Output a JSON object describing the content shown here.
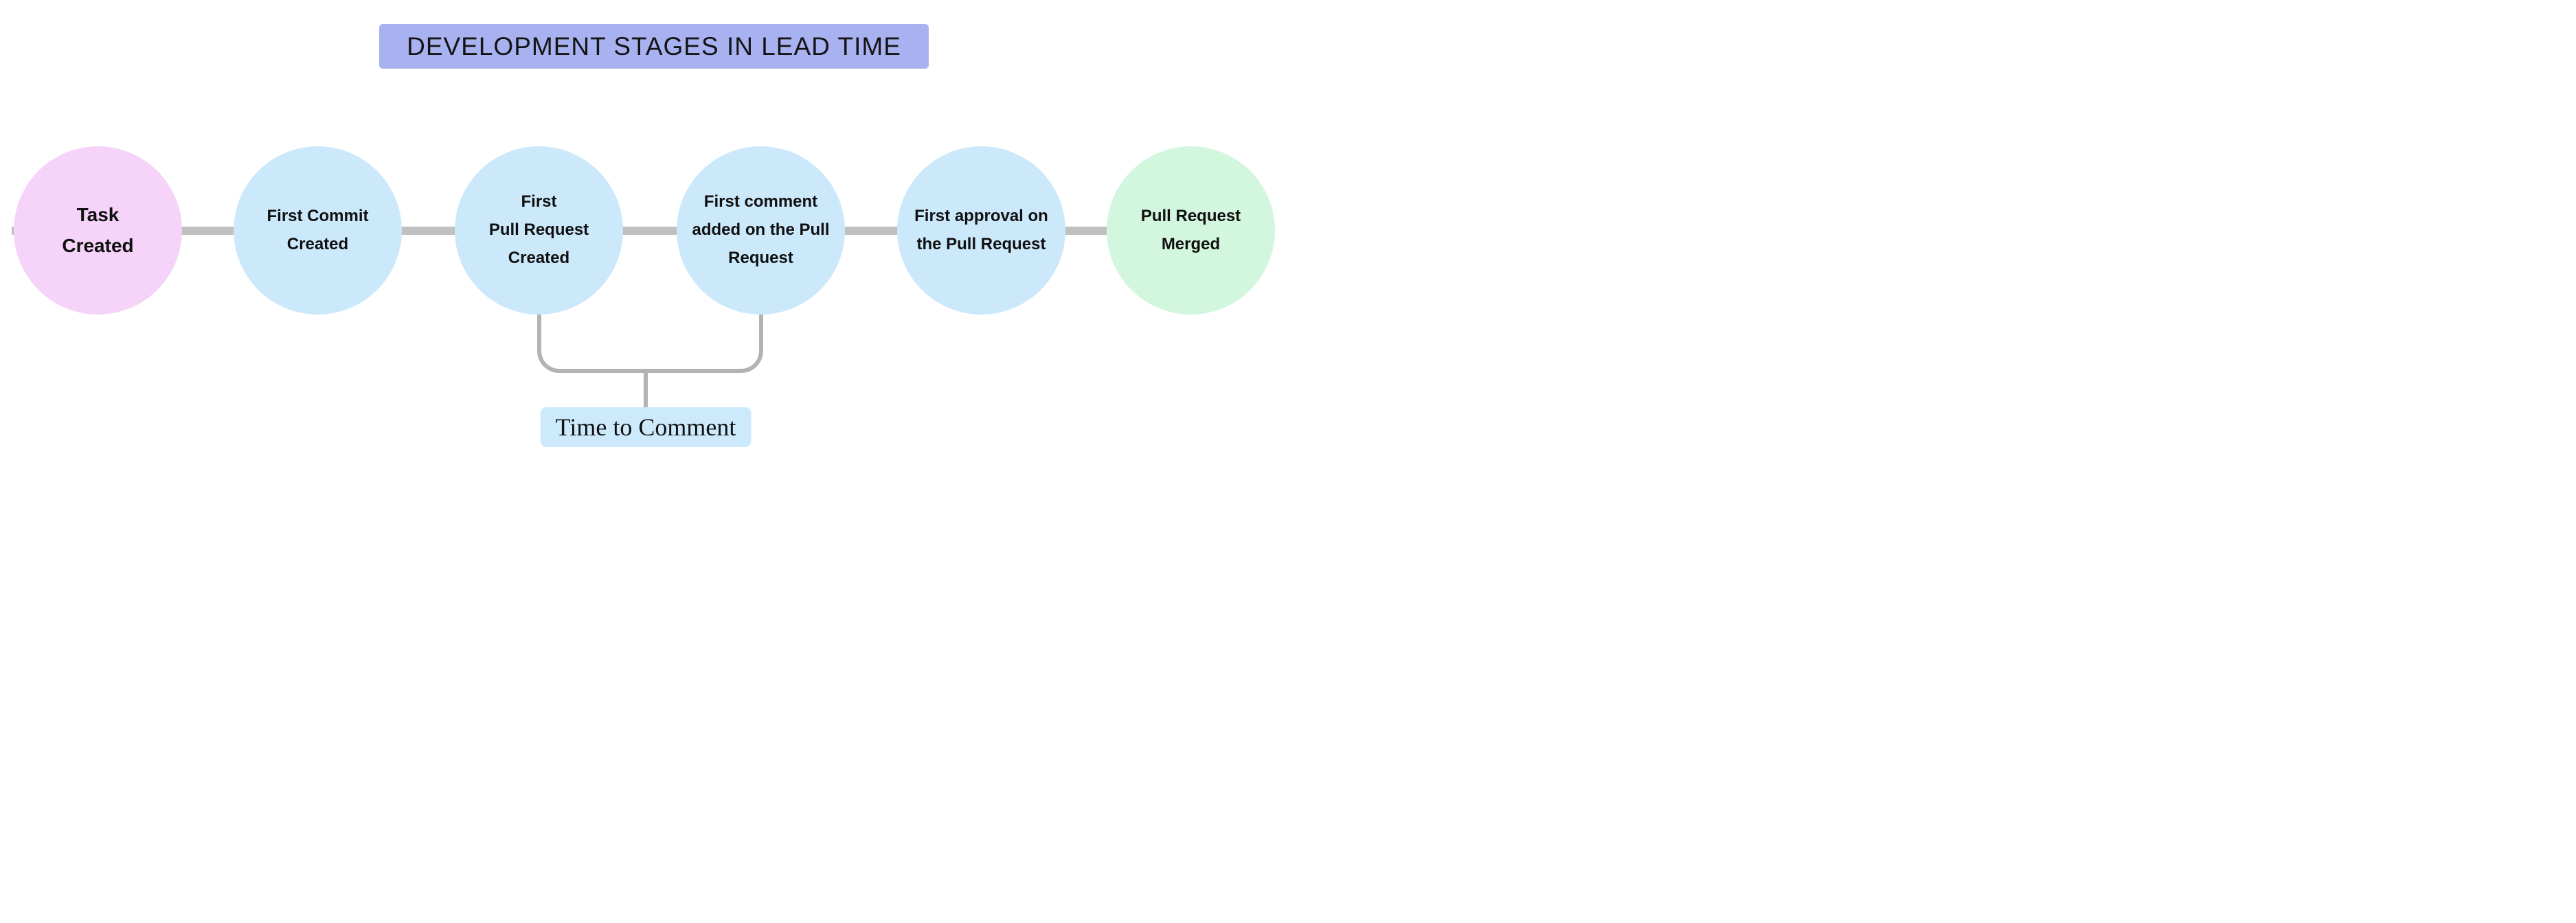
{
  "title": {
    "text": "DEVELOPMENT STAGES IN LEAD TIME"
  },
  "stages": [
    {
      "label": "Task\nCreated",
      "color": "#f6d3f8",
      "role": "start"
    },
    {
      "label": "First Commit\nCreated",
      "color": "#cce9fc",
      "role": "middle"
    },
    {
      "label": "First\nPull Request\nCreated",
      "color": "#cce9fc",
      "role": "middle"
    },
    {
      "label": "First comment\nadded on the Pull\nRequest",
      "color": "#cce9fc",
      "role": "middle"
    },
    {
      "label": "First approval on\nthe Pull Request",
      "color": "#cce9fc",
      "role": "middle"
    },
    {
      "label": "Pull Request\nMerged",
      "color": "#d3f6de",
      "role": "end"
    }
  ],
  "annotation": {
    "label": "Time to Comment",
    "spans_from_stage": "First\nPull Request\nCreated",
    "spans_to_stage": "First comment\nadded on the Pull\nRequest"
  },
  "palette": {
    "title_bg": "#a9b2f0",
    "stage_pink": "#f6d3f8",
    "stage_blue": "#cce9fc",
    "stage_green": "#d3f6de",
    "connector_gray": "#c0c0c0",
    "bracket_gray": "#b3b3b3",
    "annotation_bg": "#cdeafc",
    "text": "#111111"
  }
}
